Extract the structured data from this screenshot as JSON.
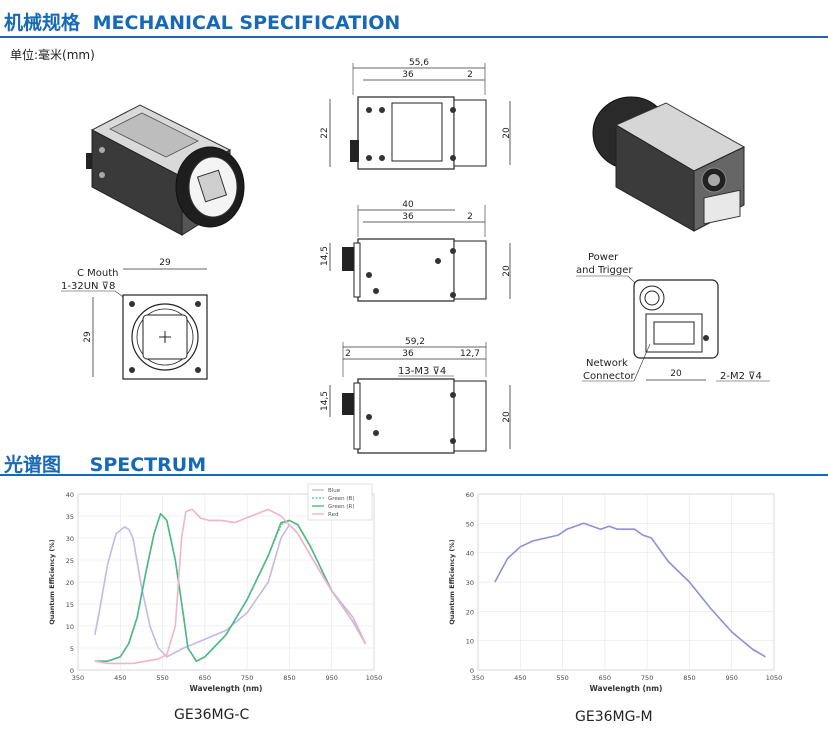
{
  "mechanical": {
    "title_cn": "机械规格",
    "title_en": "MECHANICAL SPECIFICATION",
    "unit": "单位:毫米(mm)",
    "top_view": {
      "overall": "55,6",
      "body": "36",
      "gap": "2",
      "height_left": "22",
      "height_right": "20"
    },
    "side_view": {
      "overall": "40",
      "body": "36",
      "gap": "2",
      "height_left": "14,5",
      "height_right": "20"
    },
    "bottom_view": {
      "overall": "59,2",
      "gap": "2",
      "body": "36",
      "tail": "12,7",
      "hole": "13-M3 ⊽4",
      "height_left": "14,5",
      "height_right": "20"
    },
    "front_view": {
      "width": "29",
      "height": "29",
      "c_mouth_line1": "C Mouth",
      "c_mouth_line2": "1-32UN ⊽8"
    },
    "rear_view": {
      "power_line1": "Power",
      "power_line2": "and Trigger",
      "network_line1": "Network",
      "network_line2": "Connector",
      "width": "20",
      "hole": "2-M2 ⊽4"
    }
  },
  "spectrum": {
    "title_cn": "光谱图",
    "title_en": "SPECTRUM",
    "caption_color": "GE36MG-C",
    "caption_mono": "GE36MG-M"
  },
  "colors": {
    "accent": "#1769b5",
    "blue": "#c4b8ea",
    "green_g": "#66c9a0",
    "green_r": "#4fb787",
    "red": "#f2b4c8",
    "mono": "#8f8ed8"
  },
  "chart_data": [
    {
      "type": "line",
      "title": "",
      "xlabel": "Wavelength (nm)",
      "ylabel": "Quantum Efficiency (%)",
      "xlim": [
        350,
        1050
      ],
      "ylim": [
        0,
        40
      ],
      "xticks": [
        350,
        450,
        550,
        650,
        750,
        850,
        950,
        1050
      ],
      "yticks": [
        0,
        5,
        10,
        15,
        20,
        25,
        30,
        35,
        40
      ],
      "legend": "top-right",
      "series": [
        {
          "name": "Blue",
          "x": [
            390,
            400,
            420,
            440,
            460,
            470,
            480,
            500,
            520,
            540,
            560,
            580,
            600,
            650,
            700,
            750,
            800,
            830,
            850,
            870,
            900,
            950,
            1000,
            1030
          ],
          "y": [
            8,
            13,
            24,
            31,
            32.5,
            32,
            30,
            19,
            10,
            5,
            3,
            4,
            5,
            7,
            9,
            13,
            20,
            30,
            33,
            31,
            26,
            18,
            12,
            6
          ]
        },
        {
          "name": "Green (B)",
          "x": [
            390,
            420,
            450,
            470,
            490,
            510,
            530,
            545,
            560,
            580,
            600,
            610,
            630,
            650,
            700,
            750,
            800,
            830,
            850,
            870,
            900,
            950,
            1000,
            1030
          ],
          "y": [
            2,
            2,
            3,
            6,
            12,
            22,
            31,
            35.5,
            34,
            25,
            12,
            5,
            2,
            3,
            8,
            16,
            26,
            33,
            34,
            33,
            28,
            18,
            11,
            6
          ]
        },
        {
          "name": "Green (R)",
          "x": [
            390,
            420,
            450,
            470,
            490,
            510,
            530,
            545,
            560,
            580,
            600,
            610,
            630,
            650,
            700,
            750,
            800,
            830,
            850,
            870,
            900,
            950,
            1000,
            1030
          ],
          "y": [
            2,
            2,
            3,
            6,
            12,
            22,
            31,
            35.5,
            34,
            25,
            12,
            5,
            2,
            3,
            8,
            16,
            26,
            33.5,
            34,
            33,
            28,
            18,
            11,
            6
          ]
        },
        {
          "name": "Red",
          "x": [
            390,
            420,
            450,
            480,
            510,
            540,
            560,
            580,
            595,
            605,
            620,
            640,
            660,
            690,
            720,
            760,
            800,
            830,
            850,
            870,
            900,
            950,
            1000,
            1030
          ],
          "y": [
            2,
            1.5,
            1.5,
            1.5,
            2,
            2.5,
            3.5,
            10,
            30,
            36,
            36.5,
            34.5,
            34,
            34,
            33.5,
            35,
            36.5,
            35,
            33,
            31,
            26,
            18,
            11,
            6
          ]
        }
      ]
    },
    {
      "type": "line",
      "title": "",
      "xlabel": "Wavelength (nm)",
      "ylabel": "Quantum Efficiency (%)",
      "xlim": [
        350,
        1050
      ],
      "ylim": [
        0,
        60
      ],
      "xticks": [
        350,
        450,
        550,
        650,
        750,
        850,
        950,
        1050
      ],
      "yticks": [
        0,
        10,
        20,
        30,
        40,
        50,
        60
      ],
      "series": [
        {
          "name": "",
          "x": [
            390,
            420,
            450,
            480,
            510,
            540,
            560,
            580,
            600,
            620,
            640,
            660,
            680,
            700,
            720,
            740,
            760,
            780,
            800,
            850,
            900,
            950,
            1000,
            1030
          ],
          "y": [
            30,
            38,
            42,
            44,
            45,
            46,
            48,
            49,
            50,
            49,
            48,
            49,
            48,
            48,
            48,
            46,
            45,
            41,
            37,
            30,
            21,
            13,
            7,
            4.5
          ]
        }
      ]
    }
  ]
}
